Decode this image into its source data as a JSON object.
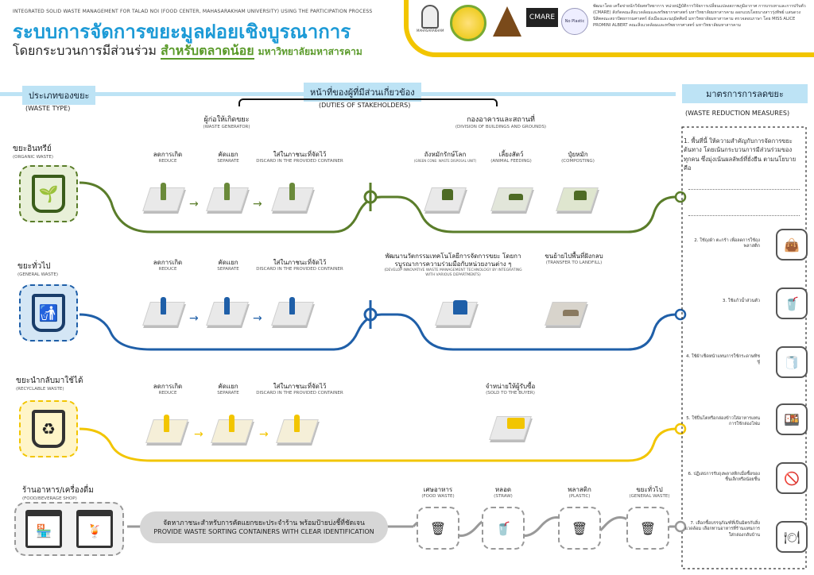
{
  "header": {
    "top_line": "INTEGRATED SOLID WASTE MANAGEMENT FOR TALAD NOI (FOOD CENTER, MAHASARAKHAM UNIVERSITY) USING THE PARTICIPATION PROCESS",
    "title": "ระบบการจัดการขยะมูลฝอยเชิงบูรณาการ",
    "subtitle_a": "โดยกระบวนการมีส่วนร่วม",
    "subtitle_b": "สำหรับตลาดน้อย",
    "subtitle_c": "มหาวิทยาลัยมหาสารคาม",
    "logo_cmare": "CMARE",
    "logo_noplastic": "No Plastic",
    "logo_msu": "MAHASARAKHAM",
    "credit": "พัฒนาโดย เครือข่ายนักวิจัยสหวิทยาการ หน่วยปฏิบัติการวิจัยการเปลี่ยนแปลงสภาพภูมิอากาศ การบรรเทาและการปรับตัว (CMARE) สังกัดคณะสิ่งแวดล้อมและทรัพยากรศาสตร์ มหาวิทยาลัยมหาสารคาม ออกแบบโดยนางสาวรุ่งทิพย์ แสนดวง นิสิตคณะสถาปัตยกรรมศาสตร์ ผังเมืองและนฤมิตศิลป์ มหาวิทยาลัยมหาสารคาม ตรวจสอบภาษา โดย MISS ALICE PROMINI ALBERT คณะสิ่งแวดล้อมและทรัพยากรศาสตร์ มหาวิทยาลัยมหาสารคาม"
  },
  "sections": {
    "waste_type": "ประเภทของขยะ",
    "waste_type_en": "(WASTE TYPE)",
    "duties": "หน้าที่ของผู้ที่มีส่วนเกี่ยวข้อง",
    "duties_en": "(DUTIES OF STAKEHOLDERS)",
    "measures": "มาตรการการลดขยะ",
    "measures_en": "(WASTE REDUCTION MEASURES)",
    "generator": "ผู้ก่อให้เกิดขยะ",
    "generator_en": "(WASTE GENERATOR)",
    "division": "กองอาคารและสถานที่",
    "division_en": "(DIVISION OF BUILDINGS AND GROUNDS)"
  },
  "rows": [
    {
      "name": "ขยะอินทรีย์",
      "name_en": "(ORGANIC WASTE)",
      "color": "#5a7d2a",
      "steps": [
        {
          "th": "ลดการเกิด",
          "en": "REDUCE"
        },
        {
          "th": "คัดแยก",
          "en": "SEPARATE"
        },
        {
          "th": "ใส่ในภาชนะที่จัดไว้",
          "en": "DISCARD IN THE PROVIDED CONTAINER"
        }
      ],
      "outs": [
        {
          "th": "ถังหมักรักษ์โลก",
          "en": "(GREEN CONE: WASTE DISPOSAL UNIT)"
        },
        {
          "th": "เลี้ยงสัตว์",
          "en": "(ANIMAL FEEDING)"
        },
        {
          "th": "ปุ๋ยหมัก",
          "en": "(COMPOSTING)"
        }
      ]
    },
    {
      "name": "ขยะทั่วไป",
      "name_en": "(GENERAL WASTE)",
      "color": "#1f5fa8",
      "steps": [
        {
          "th": "ลดการเกิด",
          "en": "REDUCE"
        },
        {
          "th": "คัดแยก",
          "en": "SEPARATE"
        },
        {
          "th": "ใส่ในภาชนะที่จัดไว้",
          "en": "DISCARD IN THE PROVIDED CONTAINER"
        }
      ],
      "outs": [
        {
          "th": "พัฒนานวัตกรรมเทคโนโลยีการจัดการขยะ โดยการบูรณาการความร่วมมือกับหน่วยงานต่าง ๆ",
          "en": "(DEVELOP INNOVATIVE WASTE MANAGEMENT TECHNOLOGY BY INTEGRATING WITH VARIOUS DEPARTMENTS)"
        },
        {
          "th": "ขนย้ายไปพื้นที่ฝังกลบ",
          "en": "(TRANSFER TO LANDFILL)"
        }
      ]
    },
    {
      "name": "ขยะนำกลับมาใช้ได้",
      "name_en": "(RECYCLABLE WASTE)",
      "color": "#f2c500",
      "steps": [
        {
          "th": "ลดการเกิด",
          "en": "REDUCE"
        },
        {
          "th": "คัดแยก",
          "en": "SEPARATE"
        },
        {
          "th": "ใส่ในภาชนะที่จัดไว้",
          "en": "DISCARD IN THE PROVIDED CONTAINER"
        }
      ],
      "outs": [
        {
          "th": "จำหน่ายให้ผู้รับซื้อ",
          "en": "(SOLD TO THE BUYER)"
        }
      ]
    }
  ],
  "shop": {
    "title": "ร้านอาหาร/เครื่องดื่ม",
    "title_en": "(FOOD/BEVERAGE SHOP)",
    "banner_th": "จัดหาภาชนะสำหรับการคัดแยกขยะประจำร้าน พร้อมป้ายบ่งชี้ที่ชัดเจน",
    "banner_en": "PROVIDE WASTE SORTING CONTAINERS WITH CLEAR IDENTIFICATION",
    "stations": [
      {
        "th": "เศษอาหาร",
        "en": "(FOOD WASTE)"
      },
      {
        "th": "หลอด",
        "en": "(STRAW)"
      },
      {
        "th": "พลาสติก",
        "en": "(PLASTIC)"
      },
      {
        "th": "ขยะทั่วไป",
        "en": "(GENERAL WASTE)"
      }
    ]
  },
  "measures": [
    "1. พื้นที่นี้ ให้ความสำคัญกับการจัดการขยะต้นทาง โดยเน้นกระบวนการมีส่วนร่วมของทุกคน ซึ่งมุ่งเน้นผลลัพธ์ที่ยั่งยืน ตามนโยบาย คือ",
    "2. ใช้ถุงผ้า ตะกร้า เพื่อลดการใช้ถุงพลาสติก",
    "3. ใช้แก้วน้ำส่วนตัว",
    "4. ใช้ผ้าเช็ดหน้าแทนการใช้กระดาษทิชชู่",
    "5. ใช้ปิ่นโตหรือกล่องข้าวใส่อาหารแทนการใช้กล่องโฟม",
    "6. ปฏิเสธการรับถุงพลาสติกเมื่อซื้อของชิ้นเล็กหรือน้อยชิ้น",
    "7. เลือกซื้อบรรจุภัณฑ์ที่เป็นมิตรกับสิ่งแวดล้อม เลือกทานอาหารที่ร้านแทนการใส่กล่องกลับบ้าน"
  ],
  "icons": {
    "organic": "plant-icon",
    "general": "person-trash-icon",
    "recycle": "recycle-icon",
    "bag": "bag-icon",
    "cup": "cup-icon",
    "tissue": "tissue-icon",
    "lunchbox": "lunchbox-icon",
    "noplastic": "no-plastic-icon",
    "restaurant": "restaurant-icon"
  },
  "colors": {
    "organic": "#5a7d2a",
    "general": "#1f5fa8",
    "recycle": "#f2c500",
    "header_accent": "#f2c500",
    "title_blue": "#1c9ad6"
  }
}
